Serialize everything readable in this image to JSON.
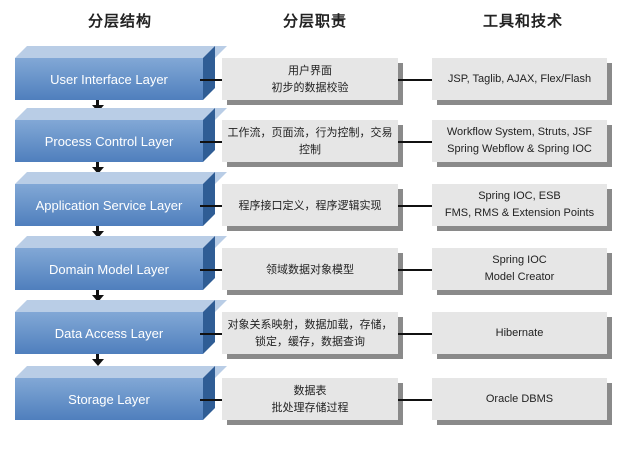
{
  "headers": {
    "structure": "分层结构",
    "responsibility": "分层职责",
    "tools": "工具和技术"
  },
  "layers": [
    {
      "name": "User Interface Layer",
      "responsibility": [
        "用户界面",
        "初步的数据校验"
      ],
      "tools": [
        "JSP, Taglib, AJAX, Flex/Flash"
      ]
    },
    {
      "name": "Process Control Layer",
      "responsibility": [
        "工作流，页面流，行为控制，交易",
        "控制"
      ],
      "tools": [
        "Workflow System, Struts, JSF",
        "Spring Webflow & Spring IOC"
      ]
    },
    {
      "name": "Application Service Layer",
      "responsibility": [
        "程序接口定义，程序逻辑实现"
      ],
      "tools": [
        "Spring IOC, ESB",
        "FMS, RMS & Extension Points"
      ]
    },
    {
      "name": "Domain Model Layer",
      "responsibility": [
        "领域数据对象模型"
      ],
      "tools": [
        "Spring IOC",
        "Model Creator"
      ]
    },
    {
      "name": "Data Access Layer",
      "responsibility": [
        "对象关系映射，数据加载，存储，",
        "锁定，缓存，数据查询"
      ],
      "tools": [
        "Hibernate"
      ]
    },
    {
      "name": "Storage Layer",
      "responsibility": [
        "数据表",
        "批处理存储过程"
      ],
      "tools": [
        "Oracle DBMS"
      ]
    }
  ]
}
